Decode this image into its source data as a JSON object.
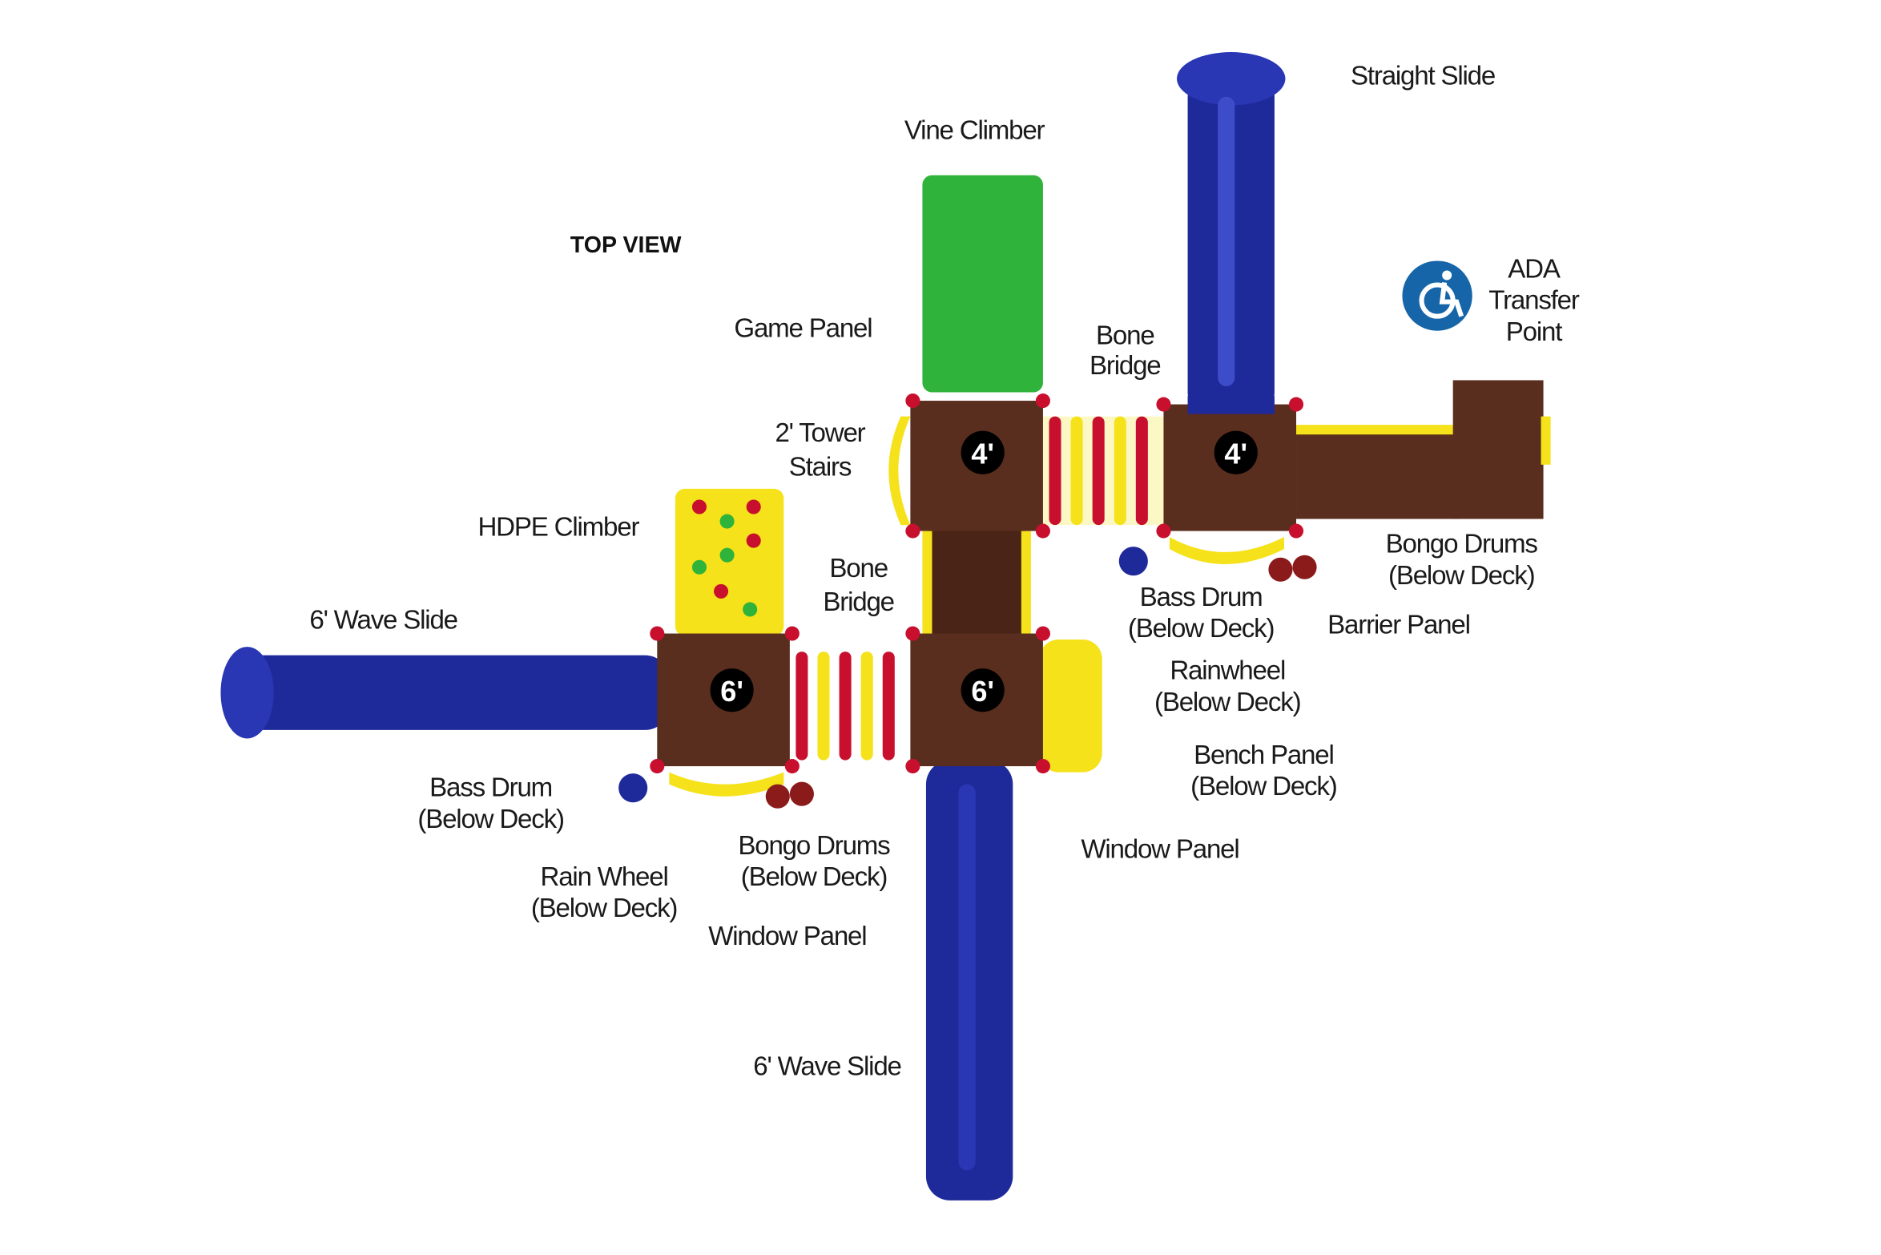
{
  "title": "TOP VIEW",
  "colors": {
    "slide": "#1f2a9a",
    "deck": "#5a2e1e",
    "yellow": "#f5e21a",
    "red": "#c8102e",
    "green": "#2fb33a",
    "ada": "#1565a8"
  },
  "deck_heights": [
    "4'",
    "4'",
    "6'",
    "6'"
  ],
  "labels": {
    "straight_slide": "Straight Slide",
    "vine_climber": "Vine Climber",
    "game_panel": "Game Panel",
    "bone_bridge_top": [
      "Bone",
      "Bridge"
    ],
    "ada": [
      "ADA",
      "Transfer",
      "Point"
    ],
    "tower_stairs": [
      "2' Tower",
      "Stairs"
    ],
    "hdpe_climber": "HDPE Climber",
    "bone_bridge_mid": [
      "Bone",
      "Bridge"
    ],
    "bongo_drums_right": [
      "Bongo Drums",
      "(Below Deck)"
    ],
    "bass_drum_right": [
      "Bass Drum",
      "(Below Deck)"
    ],
    "barrier_panel": "Barrier Panel",
    "wave_slide_left": "6' Wave Slide",
    "rainwheel": [
      "Rainwheel",
      "(Below Deck)"
    ],
    "bench_panel": [
      "Bench Panel",
      "(Below Deck)"
    ],
    "bass_drum_left": [
      "Bass Drum",
      "(Below Deck)"
    ],
    "bongo_drums_left": [
      "Bongo Drums",
      "(Below Deck)"
    ],
    "window_panel_right": "Window Panel",
    "rain_wheel_left": [
      "Rain Wheel",
      "(Below Deck)"
    ],
    "window_panel_left": "Window Panel",
    "wave_slide_bottom": "6' Wave Slide"
  }
}
